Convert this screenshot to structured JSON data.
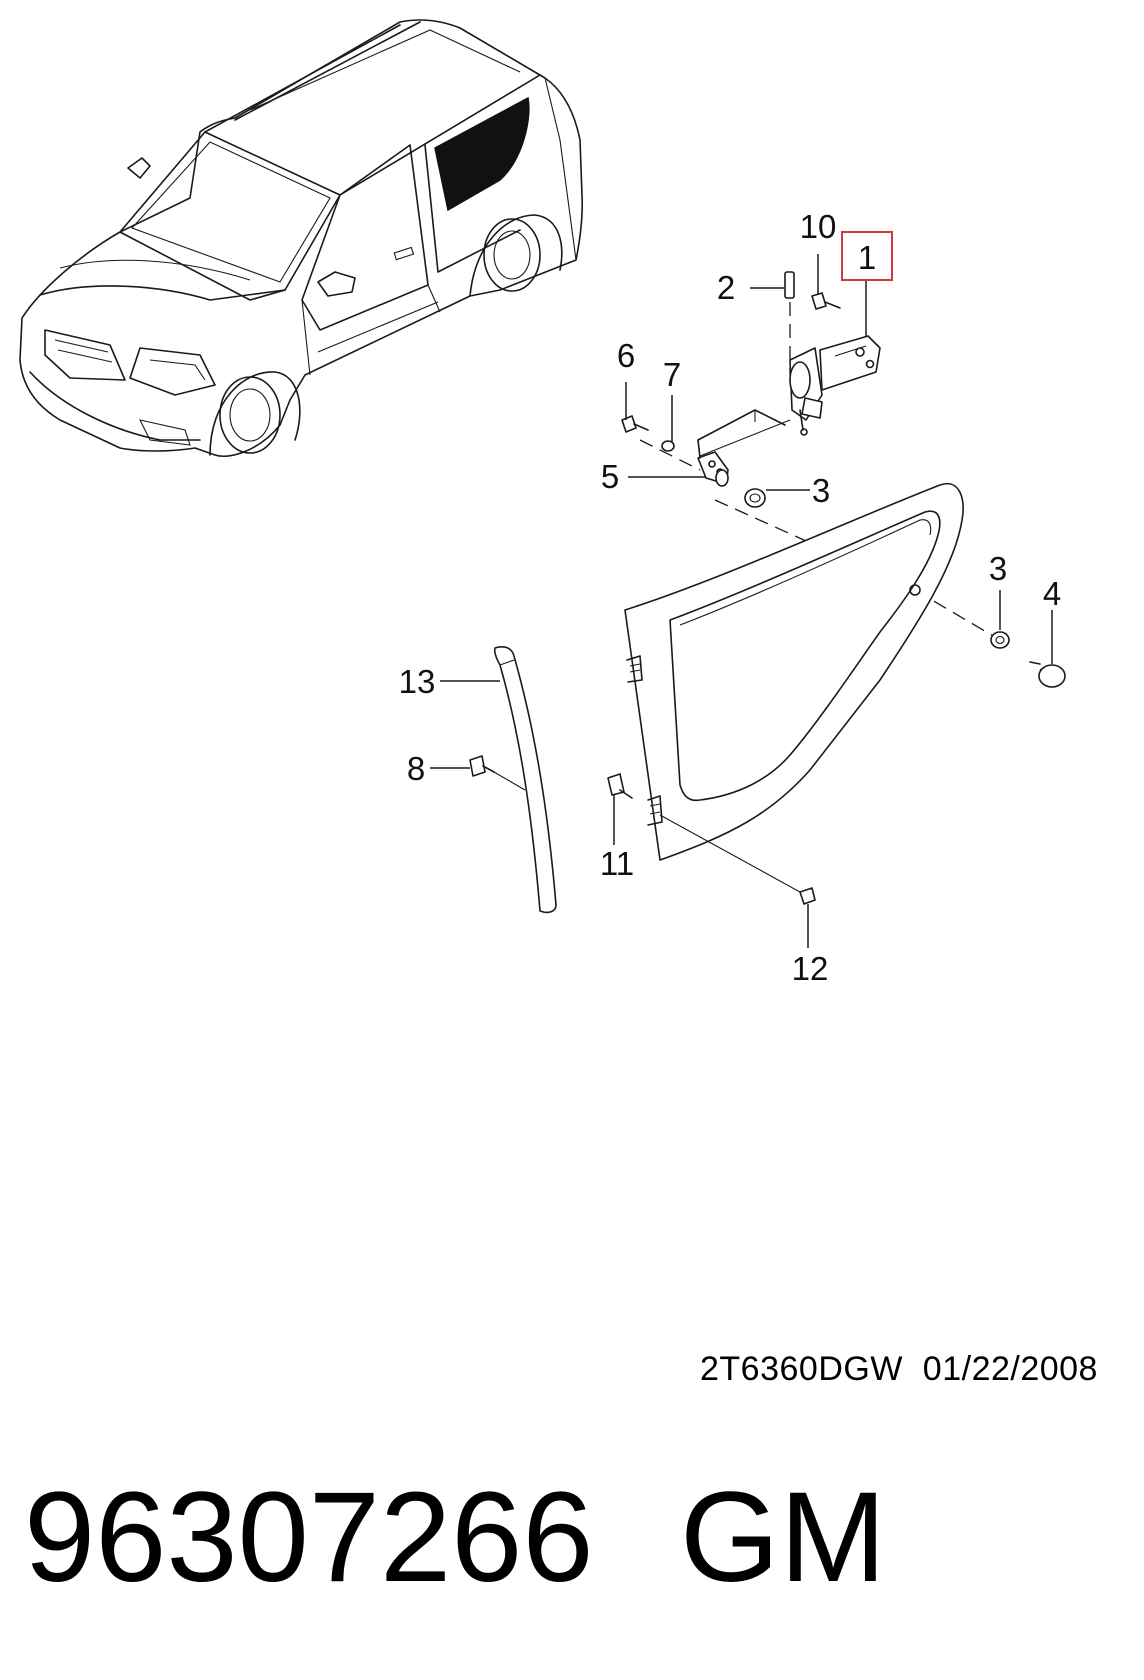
{
  "diagram": {
    "callouts": [
      {
        "id": "1",
        "label": "1",
        "highlighted": true
      },
      {
        "id": "2",
        "label": "2"
      },
      {
        "id": "3a",
        "label": "3"
      },
      {
        "id": "3b",
        "label": "3"
      },
      {
        "id": "4",
        "label": "4"
      },
      {
        "id": "5",
        "label": "5"
      },
      {
        "id": "6",
        "label": "6"
      },
      {
        "id": "7",
        "label": "7"
      },
      {
        "id": "8",
        "label": "8"
      },
      {
        "id": "10",
        "label": "10"
      },
      {
        "id": "11",
        "label": "11"
      },
      {
        "id": "12",
        "label": "12"
      },
      {
        "id": "13",
        "label": "13"
      }
    ],
    "highlight_color": "#d23a3a",
    "window_tint": "#111111"
  },
  "footer": {
    "drawing_code": "2T6360DGW  01/22/2008",
    "part_number": "96307266",
    "brand": "GM"
  }
}
